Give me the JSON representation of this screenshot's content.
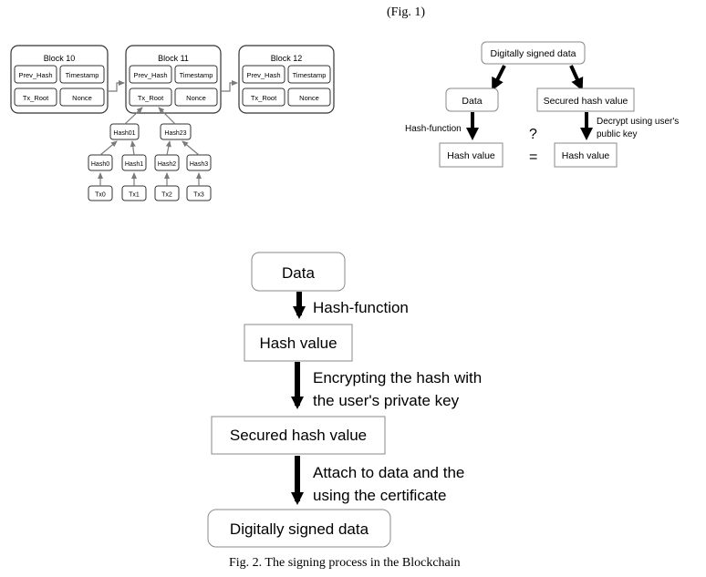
{
  "fig1_caption": "(Fig. 1)",
  "blockchain": {
    "blocks": [
      {
        "title": "Block 10",
        "prev_hash": "Prev_Hash",
        "timestamp": "Timestamp",
        "tx_root": "Tx_Root",
        "nonce": "Nonce"
      },
      {
        "title": "Block 11",
        "prev_hash": "Prev_Hash",
        "timestamp": "Timestamp",
        "tx_root": "Tx_Root",
        "nonce": "Nonce"
      },
      {
        "title": "Block 12",
        "prev_hash": "Prev_Hash",
        "timestamp": "Timestamp",
        "tx_root": "Tx_Root",
        "nonce": "Nonce"
      }
    ],
    "merkle": {
      "level2": [
        "Hash01",
        "Hash23"
      ],
      "level1": [
        "Hash0",
        "Hash1",
        "Hash2",
        "Hash3"
      ],
      "transactions": [
        "Tx0",
        "Tx1",
        "Tx2",
        "Tx3"
      ]
    }
  },
  "verification": {
    "signed_data": "Digitally signed data",
    "data": "Data",
    "secured_hash": "Secured hash value",
    "hash_function": "Hash-function",
    "decrypt_line1": "Decrypt using user's",
    "decrypt_line2": "public key",
    "question_mark": "?",
    "hash_value_left": "Hash value",
    "equals": "=",
    "hash_value_right": "Hash value"
  },
  "signing": {
    "data": "Data",
    "step1": "Hash-function",
    "hash_value": "Hash value",
    "step2_line1": "Encrypting the hash with",
    "step2_line2": "the user's private key",
    "secured_hash": "Secured hash value",
    "step3_line1": "Attach to data and the",
    "step3_line2": "using the certificate",
    "signed_data": "Digitally signed data"
  },
  "fig2_caption": "Fig. 2. The signing process in the Blockchain"
}
